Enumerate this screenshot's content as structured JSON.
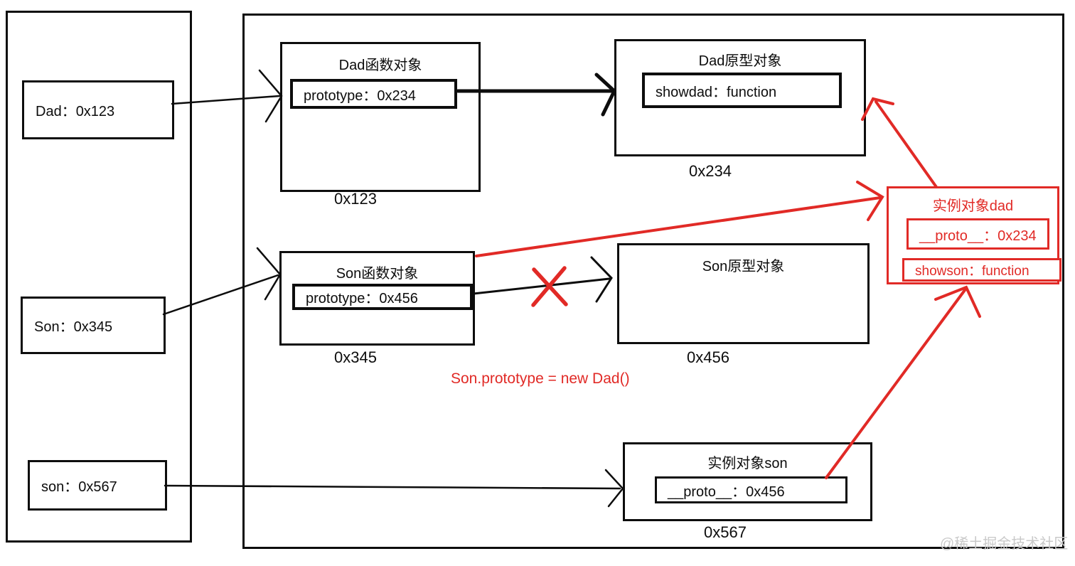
{
  "colors": {
    "line_black": "#0d0d0d",
    "accent_red": "#e12a26",
    "watermark_gray": "#c9c9c9"
  },
  "left_panel": {
    "vars": [
      {
        "label": "Dad：0x123"
      },
      {
        "label": "Son：0x345"
      },
      {
        "label": "son：0x567"
      }
    ]
  },
  "diagram": {
    "dad_function": {
      "title": "Dad函数对象",
      "field": "prototype：0x234",
      "address": "0x123"
    },
    "dad_prototype": {
      "title": "Dad原型对象",
      "field": "showdad：function",
      "address": "0x234"
    },
    "son_function": {
      "title": "Son函数对象",
      "field": "prototype：0x456",
      "address": "0x345"
    },
    "son_prototype": {
      "title": "Son原型对象",
      "address": "0x456"
    },
    "instance_dad": {
      "title": "实例对象dad",
      "proto_field": "__proto__：0x234",
      "method_field": "showson：function"
    },
    "instance_son": {
      "title": "实例对象son",
      "proto_field": "__proto__：0x456",
      "address": "0x567"
    },
    "annotation": "Son.prototype = new Dad()"
  },
  "watermark": "@稀土掘金技术社区"
}
